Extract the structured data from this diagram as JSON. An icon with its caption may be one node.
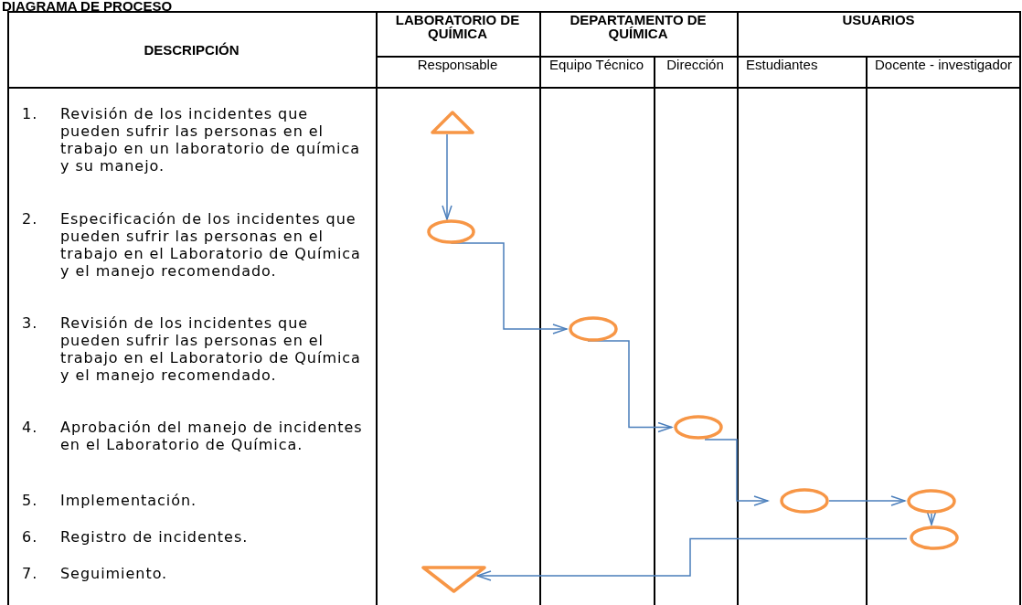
{
  "diagram": {
    "title": "DIAGRAMA DE PROCESO",
    "nodes": [
      {
        "text": [],
        "shape": "triangle"
      },
      {
        "text": [],
        "shape": "circle"
      },
      {
        "text": [],
        "shape": "circle"
      },
      {
        "text": [],
        "shape": "circle"
      },
      {
        "text": [],
        "shape": "circle"
      },
      {
        "text": [],
        "shape": "circle"
      },
      {
        "text": [],
        "shape": "circle"
      },
      {
        "text": [],
        "shape": "triangle"
      }
    ],
    "edges": [
      {
        "from": 0,
        "to": 1,
        "arrow": "to"
      },
      {
        "from": 1,
        "to": 2,
        "arrow": "to"
      },
      {
        "from": 2,
        "to": 3,
        "arrow": "to"
      },
      {
        "from": 3,
        "to": 4,
        "arrow": "to"
      },
      {
        "from": 4,
        "to": 5,
        "arrow": "to"
      },
      {
        "from": 5,
        "to": 6,
        "arrow": "to"
      },
      {
        "from": 6,
        "to": 7,
        "arrow": "to"
      }
    ],
    "labels": [
      "DESCRIPCIÓN",
      "LABORATORIO DE QUÍMICA",
      "DEPARTAMENTO DE QUÍMICA",
      "USUARIOS",
      "Responsable",
      "Equipo Técnico",
      "Dirección",
      "Estudiantes",
      "Docente - investigador",
      "1.",
      "Revisión de los incidentes que pueden sufrir las personas en el trabajo en un laboratorio de química y su manejo.",
      "2.",
      "Especificación de los incidentes que pueden sufrir las personas en el trabajo en el Laboratorio de Química y el manejo recomendado.",
      "3.",
      "Revisión de los incidentes que pueden sufrir las personas en el trabajo en el Laboratorio de Química y el manejo recomendado.",
      "4.",
      "Aprobación del manejo de incidentes en el Laboratorio de Química.",
      "5.",
      "Implementación.",
      "6.",
      "Registro de incidentes.",
      "7.",
      "Seguimiento."
    ]
  }
}
